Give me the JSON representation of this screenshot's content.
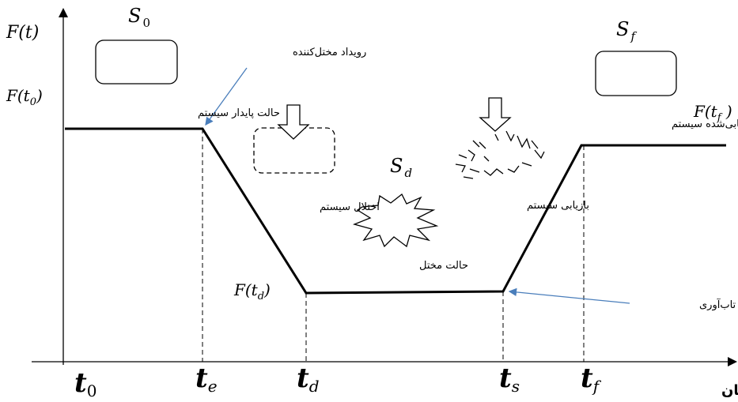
{
  "axes": {
    "y_label": "F(t)",
    "x_label": "زمان"
  },
  "states": {
    "s0": {
      "label": "S",
      "subscript": "0"
    },
    "sd": {
      "label": "S",
      "subscript": "d"
    },
    "sf": {
      "label": "S",
      "subscript": "f"
    }
  },
  "function_labels": {
    "f_t0": {
      "main": "F(t",
      "sub": "0",
      "close": ")"
    },
    "f_td": {
      "main": "F(t",
      "sub": "d",
      "close": ")"
    },
    "f_tf": {
      "main": "F(t",
      "sub": "f",
      "close": " )"
    }
  },
  "time_ticks": [
    {
      "main": "t",
      "sub": "0"
    },
    {
      "main": "t",
      "sub": "e"
    },
    {
      "main": "t",
      "sub": "d"
    },
    {
      "main": "t",
      "sub": "s"
    },
    {
      "main": "t",
      "sub": "f"
    }
  ],
  "annotations": {
    "disruptive_event": "رویداد مختل‌کننده",
    "stable_state": "حالت پایدار سیستم",
    "system_disruption": "اختلال سیستم",
    "disrupted_state": "حالت مختل",
    "system_recovery": "بازیابی سیستم",
    "recovered_state": "حالت بازیابی‌شده سیستم",
    "resilience_action": "اقدام تاب‌آوری"
  },
  "colors": {
    "curve": "#000000",
    "arrow": "#4a7ebb"
  }
}
